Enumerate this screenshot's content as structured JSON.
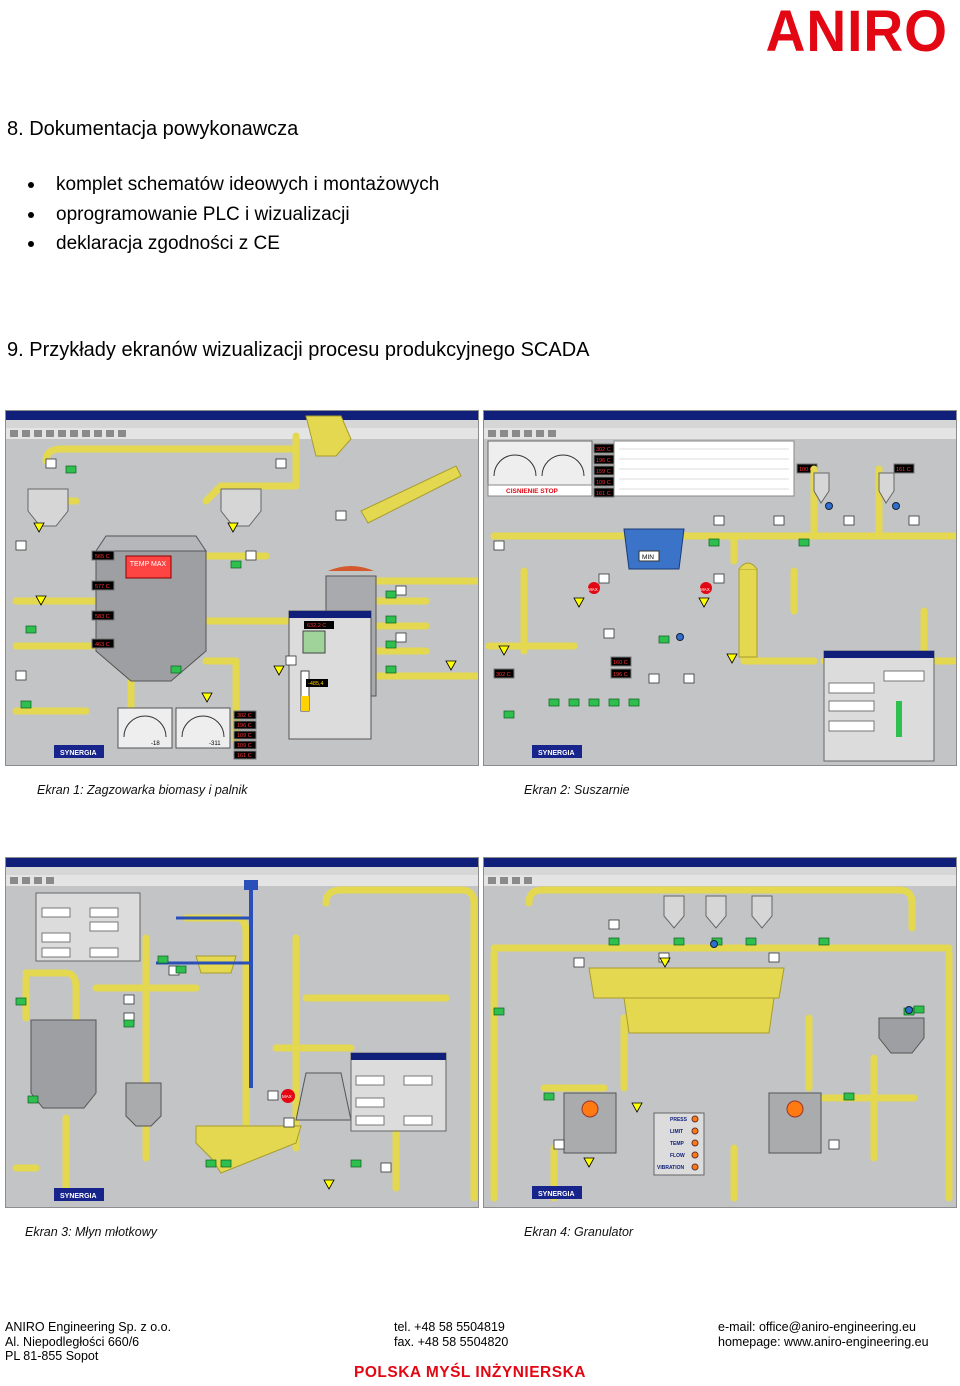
{
  "logo": {
    "text": "ANIRO"
  },
  "section8": {
    "heading": "8. Dokumentacja powykonawcza",
    "items": [
      "komplet schematów ideowych i montażowych",
      "oprogramowanie PLC i wizualizacji",
      "deklaracja zgodności z CE"
    ]
  },
  "section9": {
    "heading": "9. Przykłady ekranów wizualizacji procesu produkcyjnego SCADA"
  },
  "screens": [
    {
      "caption": "Ekran 1: Zagzowarka biomasy i palnik",
      "labels": {
        "temp_max": "TEMP MAX",
        "r1": "565 C",
        "r2": "577 C",
        "r3": "583 C",
        "r4": "463 C",
        "t1": "302 C",
        "t2": "196 C",
        "t3": "109 C",
        "t4": "109 C",
        "t5": "161 C",
        "set": "632,2 C",
        "g1": "-18",
        "g2": "-311",
        "val": "-485,4",
        "brand": "SYNERGIA"
      }
    },
    {
      "caption": "Ekran 2: Suszarnie",
      "labels": {
        "stop": "CISNIENIE STOP",
        "min": "MIN",
        "max1": "MAX",
        "max2": "MAX",
        "a1": "302 C",
        "a2": "196 C",
        "a3": "159 C",
        "a4": "109 C",
        "a5": "161 C",
        "b1": "100 C",
        "b2": "161 C",
        "c1": "302 C",
        "c2": "160 C",
        "c3": "196 C",
        "brand": "SYNERGIA"
      }
    },
    {
      "caption": "Ekran 3: Młyn młotkowy",
      "labels": {
        "max": "MAX",
        "brand": "SYNERGIA"
      }
    },
    {
      "caption": "Ekran 4: Granulator",
      "labels": {
        "press": "PRESS",
        "limit": "LIMIT",
        "temp": "TEMP",
        "flow": "FLOW",
        "vibration": "VIBRATION",
        "brand": "SYNERGIA"
      }
    }
  ],
  "footer": {
    "company": "ANIRO Engineering Sp. z o.o.",
    "address": "Al. Niepodległości 660/6",
    "city": "PL 81-855 Sopot",
    "tel": "tel. +48 58 5504819",
    "fax": "fax. +48 58 5504820",
    "email": "e-mail: office@aniro-engineering.eu",
    "homepage": "homepage: www.aniro-engineering.eu",
    "brand": "POLSKA MYŚL INŻYNIERSKA"
  },
  "colors": {
    "accent": "#e30613",
    "pipe": "#e8dc56",
    "screen_bg": "#c3c4c5",
    "titlebar": "#10207a"
  }
}
